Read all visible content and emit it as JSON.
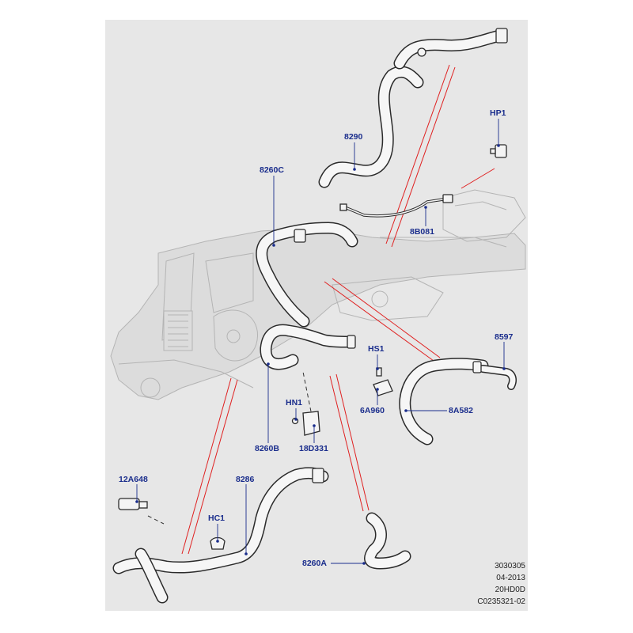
{
  "labels": {
    "l_8290": "8290",
    "l_hp1": "HP1",
    "l_8260c": "8260C",
    "l_8b081": "8B081",
    "l_8597": "8597",
    "l_hs1": "HS1",
    "l_8a582": "8A582",
    "l_6a960": "6A960",
    "l_hn1": "HN1",
    "l_8260b": "8260B",
    "l_18d331": "18D331",
    "l_12a648": "12A648",
    "l_8286": "8286",
    "l_hc1": "HC1",
    "l_8260a": "8260A"
  },
  "reference": {
    "line1": "3030305",
    "line2": "04-2013",
    "line3": "20HD0D",
    "line4": "C0235321-02"
  },
  "colors": {
    "panel": "#e7e7e7",
    "label": "#1a2d8c",
    "connector": "#e02020",
    "hose": "#2b2b2b"
  }
}
